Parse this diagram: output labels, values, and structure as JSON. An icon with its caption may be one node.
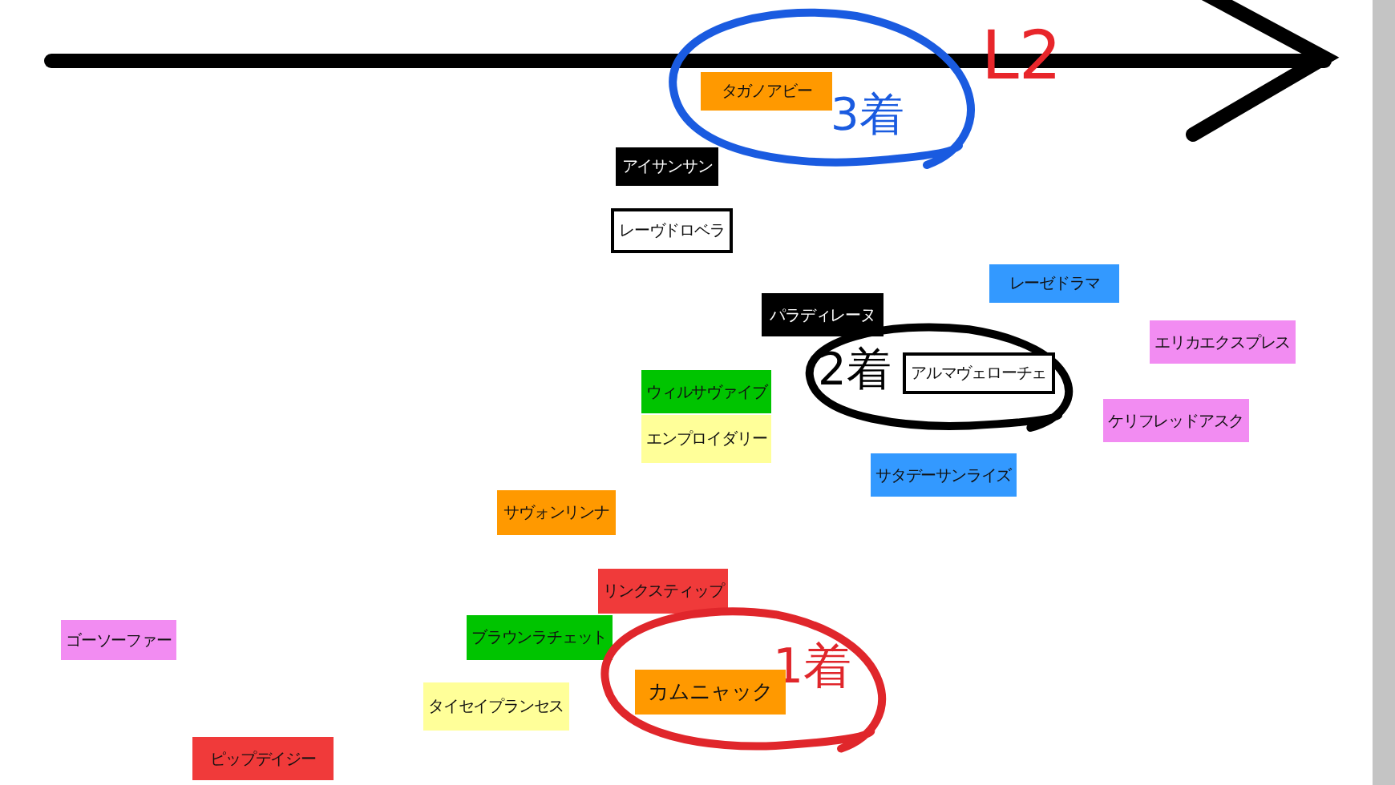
{
  "diagram": {
    "nodes": [
      {
        "text": [
          "3着"
        ]
      },
      {
        "text": [
          "タガノアビー"
        ],
        "in": 0
      },
      {
        "text": [
          "アイサンサン"
        ]
      },
      {
        "text": [
          "レーヴドロベラ"
        ]
      },
      {
        "text": [
          "レーゼドラマ"
        ]
      },
      {
        "text": [
          "パラディレーヌ"
        ]
      },
      {
        "text": [
          "エリカエクスプレス"
        ]
      },
      {
        "text": [
          "2着"
        ]
      },
      {
        "text": [
          "アルマヴェローチェ"
        ],
        "in": 7
      },
      {
        "text": [
          "ウィルサヴァイブ"
        ]
      },
      {
        "text": [
          "エンプロイダリー"
        ]
      },
      {
        "text": [
          "ケリフレッドアスク"
        ]
      },
      {
        "text": [
          "サタデーサンライズ"
        ]
      },
      {
        "text": [
          "サヴォンリンナ"
        ]
      },
      {
        "text": [
          "リンクスティップ"
        ]
      },
      {
        "text": [
          "ゴーソーファー"
        ]
      },
      {
        "text": [
          "ブラウンラチェット"
        ]
      },
      {
        "text": [
          "1着"
        ]
      },
      {
        "text": [
          "カムニャック"
        ],
        "in": 17
      },
      {
        "text": [
          "タイセイプランセス"
        ]
      },
      {
        "text": [
          "ピップデイジー"
        ]
      }
    ],
    "labels": [
      "L2"
    ]
  }
}
